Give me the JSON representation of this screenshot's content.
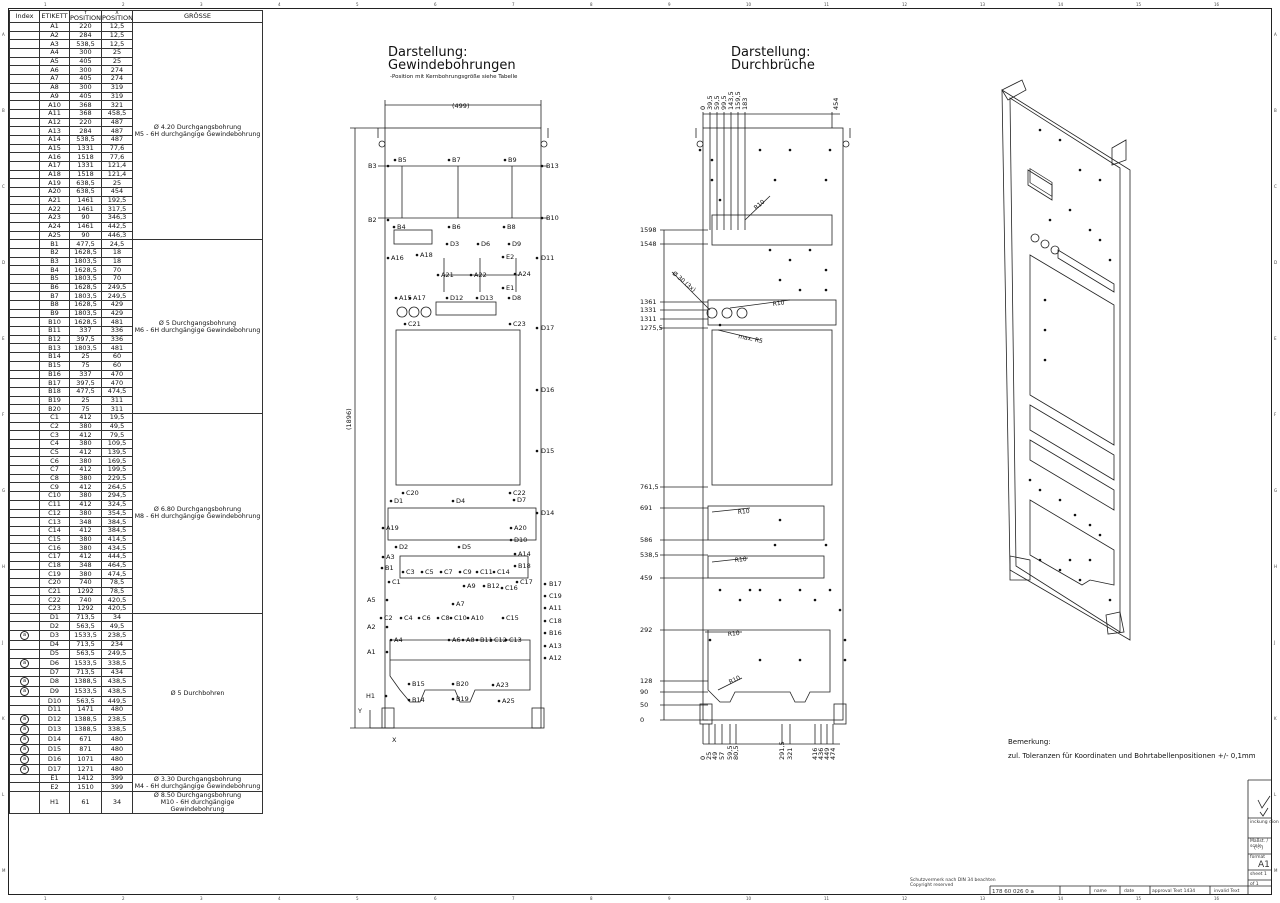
{
  "headers": {
    "index": "Index",
    "label": "ETIKETT",
    "posy": "POSITION",
    "posx": "POSITION",
    "posy_axis": "Y",
    "posx_axis": "X",
    "size": "GRÖSSE"
  },
  "groups": [
    {
      "size": "Ø 4.20 Durchgangsbohrung\nM5 - 6H durchgängige Gewindebohrung",
      "rows": [
        [
          "",
          "A1",
          "220",
          "12,5"
        ],
        [
          "",
          "A2",
          "284",
          "12,5"
        ],
        [
          "",
          "A3",
          "538,5",
          "12,5"
        ],
        [
          "",
          "A4",
          "300",
          "25"
        ],
        [
          "",
          "A5",
          "405",
          "25"
        ],
        [
          "",
          "A6",
          "300",
          "274"
        ],
        [
          "",
          "A7",
          "405",
          "274"
        ],
        [
          "",
          "A8",
          "300",
          "319"
        ],
        [
          "",
          "A9",
          "405",
          "319"
        ],
        [
          "",
          "A10",
          "368",
          "321"
        ],
        [
          "",
          "A11",
          "368",
          "458,5"
        ],
        [
          "",
          "A12",
          "220",
          "487"
        ],
        [
          "",
          "A13",
          "284",
          "487"
        ],
        [
          "",
          "A14",
          "538,5",
          "487"
        ],
        [
          "",
          "A15",
          "1331",
          "77,6"
        ],
        [
          "",
          "A16",
          "1518",
          "77,6"
        ],
        [
          "",
          "A17",
          "1331",
          "121,4"
        ],
        [
          "",
          "A18",
          "1518",
          "121,4"
        ],
        [
          "",
          "A19",
          "638,5",
          "25"
        ],
        [
          "",
          "A20",
          "638,5",
          "454"
        ],
        [
          "",
          "A21",
          "1461",
          "192,5"
        ],
        [
          "",
          "A22",
          "1461",
          "317,5"
        ],
        [
          "",
          "A23",
          "90",
          "346,3"
        ],
        [
          "",
          "A24",
          "1461",
          "442,5"
        ],
        [
          "",
          "A25",
          "90",
          "446,3"
        ]
      ]
    },
    {
      "size": "Ø 5 Durchgangsbohrung\nM6 - 6H durchgängige Gewindebohrung",
      "rows": [
        [
          "",
          "B1",
          "477,5",
          "24,5"
        ],
        [
          "",
          "B2",
          "1628,5",
          "18"
        ],
        [
          "",
          "B3",
          "1803,5",
          "18"
        ],
        [
          "",
          "B4",
          "1628,5",
          "70"
        ],
        [
          "",
          "B5",
          "1803,5",
          "70"
        ],
        [
          "",
          "B6",
          "1628,5",
          "249,5"
        ],
        [
          "",
          "B7",
          "1803,5",
          "249,5"
        ],
        [
          "",
          "B8",
          "1628,5",
          "429"
        ],
        [
          "",
          "B9",
          "1803,5",
          "429"
        ],
        [
          "",
          "B10",
          "1628,5",
          "481"
        ],
        [
          "",
          "B11",
          "337",
          "336"
        ],
        [
          "",
          "B12",
          "397,5",
          "336"
        ],
        [
          "",
          "B13",
          "1803,5",
          "481"
        ],
        [
          "",
          "B14",
          "25",
          "60"
        ],
        [
          "",
          "B15",
          "75",
          "60"
        ],
        [
          "",
          "B16",
          "337",
          "470"
        ],
        [
          "",
          "B17",
          "397,5",
          "470"
        ],
        [
          "",
          "B18",
          "477,5",
          "474,5"
        ],
        [
          "",
          "B19",
          "25",
          "311"
        ],
        [
          "",
          "B20",
          "75",
          "311"
        ]
      ]
    },
    {
      "size": "Ø 6.80 Durchgangsbohrung\nM8 - 6H durchgängige Gewindebohrung",
      "rows": [
        [
          "",
          "C1",
          "412",
          "19,5"
        ],
        [
          "",
          "C2",
          "380",
          "49,5"
        ],
        [
          "",
          "C3",
          "412",
          "79,5"
        ],
        [
          "",
          "C4",
          "380",
          "109,5"
        ],
        [
          "",
          "C5",
          "412",
          "139,5"
        ],
        [
          "",
          "C6",
          "380",
          "169,5"
        ],
        [
          "",
          "C7",
          "412",
          "199,5"
        ],
        [
          "",
          "C8",
          "380",
          "229,5"
        ],
        [
          "",
          "C9",
          "412",
          "264,5"
        ],
        [
          "",
          "C10",
          "380",
          "294,5"
        ],
        [
          "",
          "C11",
          "412",
          "324,5"
        ],
        [
          "",
          "C12",
          "380",
          "354,5"
        ],
        [
          "",
          "C13",
          "348",
          "384,5"
        ],
        [
          "",
          "C14",
          "412",
          "384,5"
        ],
        [
          "",
          "C15",
          "380",
          "414,5"
        ],
        [
          "",
          "C16",
          "380",
          "434,5"
        ],
        [
          "",
          "C17",
          "412",
          "444,5"
        ],
        [
          "",
          "C18",
          "348",
          "464,5"
        ],
        [
          "",
          "C19",
          "380",
          "474,5"
        ],
        [
          "",
          "C20",
          "740",
          "78,5"
        ],
        [
          "",
          "C21",
          "1292",
          "78,5"
        ],
        [
          "",
          "C22",
          "740",
          "420,5"
        ],
        [
          "",
          "C23",
          "1292",
          "420,5"
        ]
      ]
    },
    {
      "size": "Ø 5 Durchbohren",
      "rows": [
        [
          "",
          "D1",
          "713,5",
          "34"
        ],
        [
          "",
          "D2",
          "563,5",
          "49,5"
        ],
        [
          "a",
          "D3",
          "1533,5",
          "238,5"
        ],
        [
          "",
          "D4",
          "713,5",
          "234"
        ],
        [
          "",
          "D5",
          "563,5",
          "249,5"
        ],
        [
          "a",
          "D6",
          "1533,5",
          "338,5"
        ],
        [
          "",
          "D7",
          "713,5",
          "434"
        ],
        [
          "a",
          "D8",
          "1388,5",
          "438,5"
        ],
        [
          "a",
          "D9",
          "1533,5",
          "438,5"
        ],
        [
          "",
          "D10",
          "563,5",
          "449,5"
        ],
        [
          "",
          "D11",
          "1471",
          "480"
        ],
        [
          "a",
          "D12",
          "1388,5",
          "238,5"
        ],
        [
          "a",
          "D13",
          "1388,5",
          "338,5"
        ],
        [
          "a",
          "D14",
          "671",
          "480"
        ],
        [
          "a",
          "D15",
          "871",
          "480"
        ],
        [
          "a",
          "D16",
          "1071",
          "480"
        ],
        [
          "a",
          "D17",
          "1271",
          "480"
        ]
      ]
    },
    {
      "size": "Ø 3.30 Durchgangsbohrung\nM4 - 6H durchgängige Gewindebohrung",
      "rows": [
        [
          "",
          "E1",
          "1412",
          "399"
        ],
        [
          "",
          "E2",
          "1510",
          "399"
        ]
      ]
    },
    {
      "size": "Ø 8.50 Durchgangsbohrung\nM10 - 6H durchgängige Gewindebohrung",
      "rows": [
        [
          "",
          "H1",
          "61",
          "34"
        ]
      ]
    }
  ],
  "views": {
    "threads": {
      "title1": "Darstellung:",
      "title2": "Gewindebohrungen",
      "subtitle": "-Position mit Kernbohrungsgröße siehe Tabelle",
      "width_dim": "499",
      "height_dim": "1896",
      "axis_x": "X",
      "axis_y": "Y"
    },
    "cutouts": {
      "title1": "Darstellung:",
      "title2": "Durchbrüche",
      "top_dims": [
        "0",
        "39,5",
        "59,5",
        "99,5",
        "143,5",
        "159,5",
        "183",
        "454"
      ],
      "left_dims": [
        "1598",
        "1548",
        "1361",
        "1331",
        "1311",
        "1275,5",
        "761,5",
        "691",
        "586",
        "538,5",
        "459",
        "292",
        "128",
        "90",
        "50",
        "0"
      ],
      "bottom_dims": [
        "0",
        "25",
        "49",
        "57",
        "59,5",
        "80,5",
        "291,5",
        "321",
        "416",
        "436",
        "449",
        "474"
      ],
      "radius_labels": [
        "R10",
        "R10",
        "R10",
        "R10",
        "R10",
        "R10",
        "max. R5"
      ],
      "diameter_label": "Ø 30 (3x)"
    }
  },
  "remarks": {
    "heading": "Bemerkung:",
    "text": "zul. Toleranzen für Koordinaten und Bohrtabellenpositionen +/- 0,1mm"
  },
  "title_block": {
    "drawing_no": "178 60 026 0 a",
    "format_label": "format",
    "format": "A1",
    "sheet_label": "sheet",
    "sheet": "1",
    "of_label": "of",
    "of": "1",
    "scale_label": "Maßst. / scale",
    "scale": "(-:-)",
    "name_label": "name",
    "date_label": "date",
    "approval_label": "approval Text",
    "approval_no": "1434",
    "invalid_label": "invalid Text",
    "copyright1": "Schutzvermerk nach DIN 34 beachten",
    "copyright2": "Copyright reserved",
    "index_label": "inckung dion"
  },
  "grid": {
    "cols": [
      "1",
      "2",
      "3",
      "4",
      "5",
      "6",
      "7",
      "8",
      "9",
      "10",
      "11",
      "12",
      "13",
      "14",
      "15",
      "16"
    ],
    "rows": [
      "A",
      "B",
      "C",
      "D",
      "E",
      "F",
      "G",
      "H",
      "J",
      "K",
      "L",
      "M"
    ]
  }
}
